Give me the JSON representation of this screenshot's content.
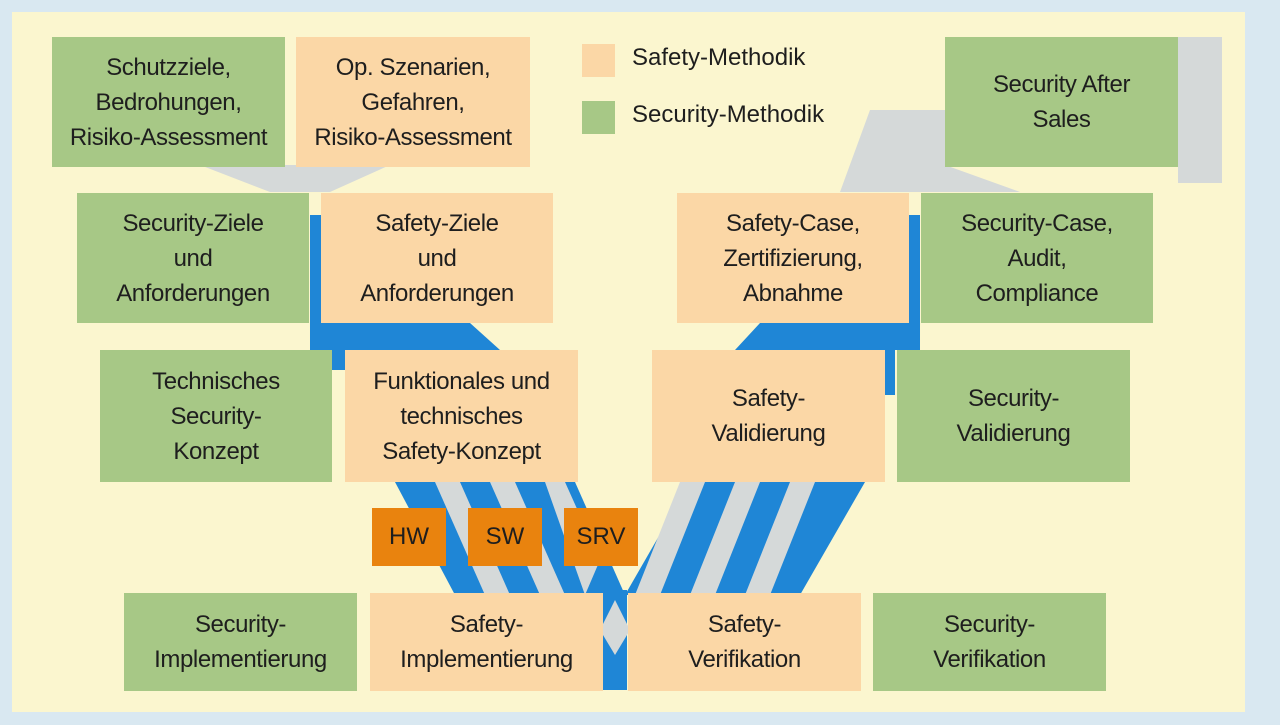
{
  "legend": {
    "safety": "Safety-Methodik",
    "security": "Security-Methodik"
  },
  "boxes": {
    "schutzziele": "Schutzziele,\nBedrohungen,\nRisiko-Assessment",
    "op_szenarien": "Op. Szenarien,\nGefahren,\nRisiko-Assessment",
    "security_ziele": "Security-Ziele\nund\nAnforderungen",
    "safety_ziele": "Safety-Ziele\nund\nAnforderungen",
    "tech_security_konzept": "Technisches\nSecurity-\nKonzept",
    "funkt_safety_konzept": "Funktionales und\ntechnisches\nSafety-Konzept",
    "security_implementierung": "Security-\nImplementierung",
    "safety_implementierung": "Safety-\nImplementierung",
    "safety_verifikation": "Safety-\nVerifikation",
    "security_verifikation": "Security-\nVerifikation",
    "safety_validierung": "Safety-\nValidierung",
    "security_validierung": "Security-\nValidierung",
    "safety_case": "Safety-Case,\nZertifizierung,\nAbnahme",
    "security_case": "Security-Case,\nAudit,\nCompliance",
    "security_after_sales": "Security After\nSales"
  },
  "tags": {
    "hw": "HW",
    "sw": "SW",
    "srv": "SRV"
  },
  "colors": {
    "safety": "#fbd7a6",
    "security": "#a7c886",
    "tag": "#e9830e",
    "flow_blue": "#1f86d6",
    "flow_gray": "#d5d9d9",
    "background": "#fbf6cf"
  }
}
